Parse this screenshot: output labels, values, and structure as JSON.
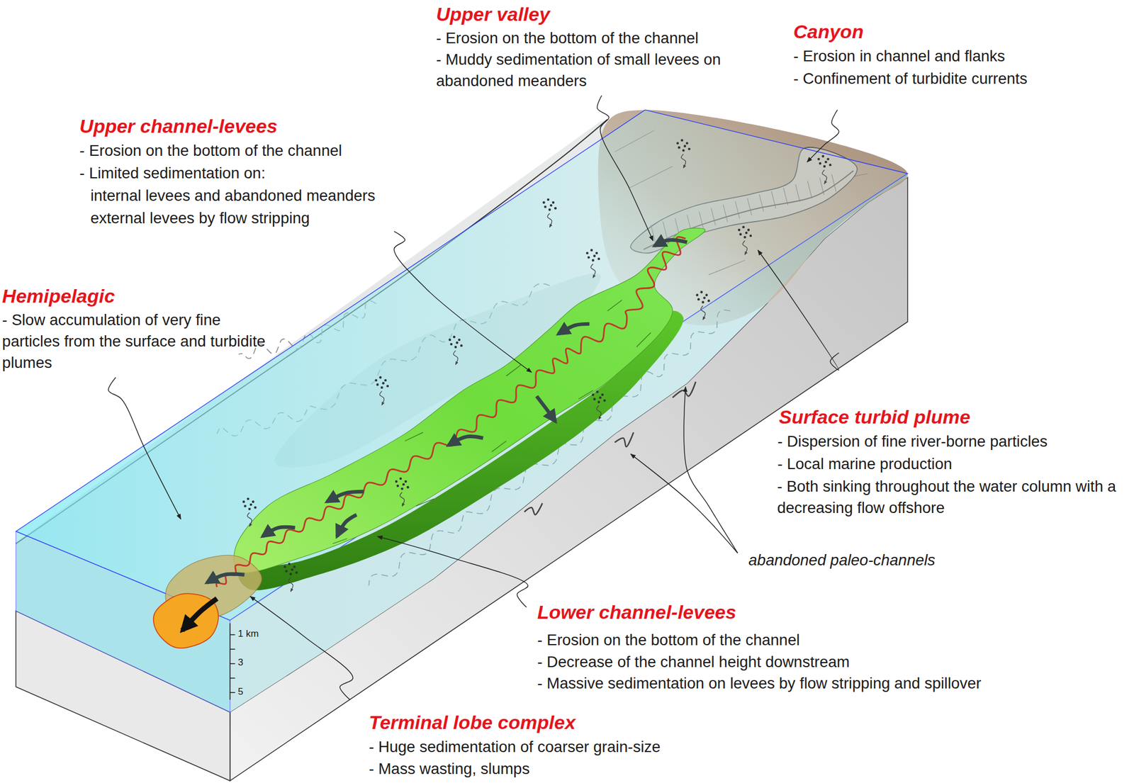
{
  "diagram": {
    "labels": [
      "Upper valley",
      "- Erosion on the bottom of the channel",
      "- Muddy sedimentation of small levees on abandoned meanders",
      "Canyon",
      "- Erosion in channel and flanks",
      "- Confinement of turbidite currents",
      "Upper channel-levees",
      "- Erosion on the bottom of the channel",
      "- Limited sedimentation on:",
      "internal levees and abandoned meanders",
      "external levees by flow stripping",
      "Hemipelagic",
      "- Slow accumulation of very fine particles from the surface and turbidite plumes",
      "Surface turbid plume",
      "- Dispersion of fine river-borne particles",
      "- Local marine production",
      "- Both sinking throughout the water column with a decreasing flow offshore",
      "abandoned paleo-channels",
      "Lower channel-levees",
      "- Erosion on the bottom of the channel",
      "- Decrease of the channel height downstream",
      "- Massive sedimentation on levees by flow stripping and spillover",
      "1 km",
      "3",
      "5",
      "Terminal lobe complex",
      "- Huge sedimentation of coarser grain-size",
      "- Mass wasting, slumps"
    ]
  }
}
